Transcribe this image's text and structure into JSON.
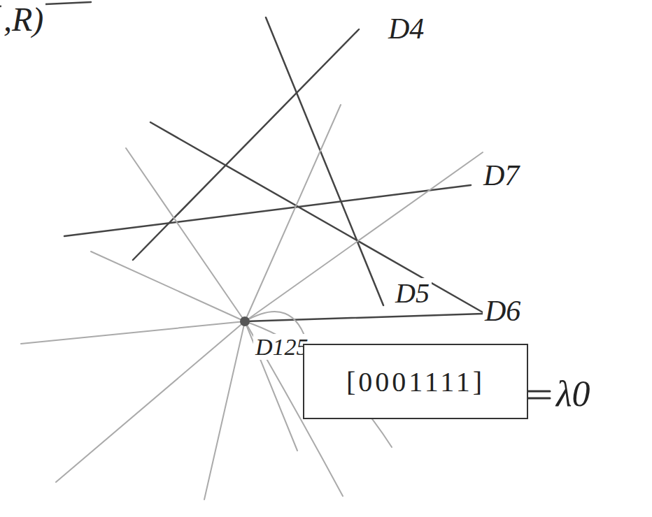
{
  "diagram": {
    "nodes": [
      {
        "text": [
          "[0001111]"
        ]
      }
    ],
    "labels": [
      ",R)",
      "D4",
      "D7",
      "D6",
      "D5",
      "D125",
      "λ0"
    ]
  }
}
